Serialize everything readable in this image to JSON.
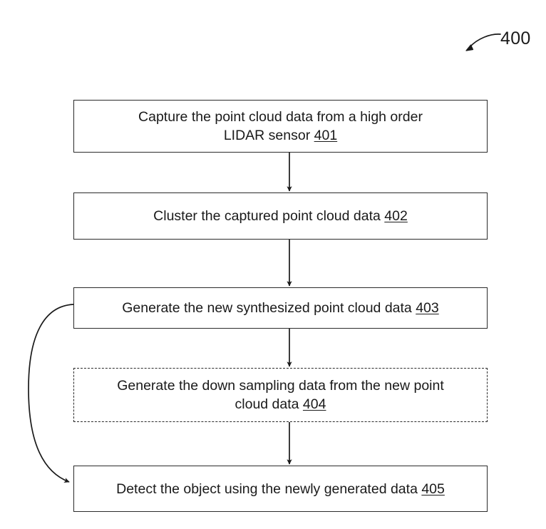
{
  "figure": {
    "number": "400",
    "type": "patent-flowchart",
    "background_color": "#ffffff",
    "line_color": "#2b2b2b",
    "text_color": "#1a1a1a"
  },
  "nodes": [
    {
      "id": "401",
      "text": "Capture the point cloud data from a high order\nLIDAR sensor ",
      "ref": "401",
      "border": "solid",
      "lines": 2
    },
    {
      "id": "402",
      "text": "Cluster the captured point cloud data ",
      "ref": "402",
      "border": "solid",
      "lines": 1
    },
    {
      "id": "403",
      "text": "Generate the new synthesized point cloud data ",
      "ref": "403",
      "border": "solid",
      "lines": 1
    },
    {
      "id": "404",
      "text": "Generate the down sampling data from the new point\ncloud data ",
      "ref": "404",
      "border": "dashed",
      "lines": 2
    },
    {
      "id": "405",
      "text": "Detect the object using the newly generated data ",
      "ref": "405",
      "border": "solid",
      "lines": 1
    }
  ],
  "connectors": [
    {
      "from": "401",
      "to": "402",
      "style": "straight-down-arrow"
    },
    {
      "from": "402",
      "to": "403",
      "style": "straight-down-arrow"
    },
    {
      "from": "403",
      "to": "404",
      "style": "straight-down-arrow"
    },
    {
      "from": "404",
      "to": "405",
      "style": "straight-down-arrow"
    },
    {
      "from": "403",
      "to": "405",
      "style": "curved-bypass-left-arrow"
    }
  ]
}
